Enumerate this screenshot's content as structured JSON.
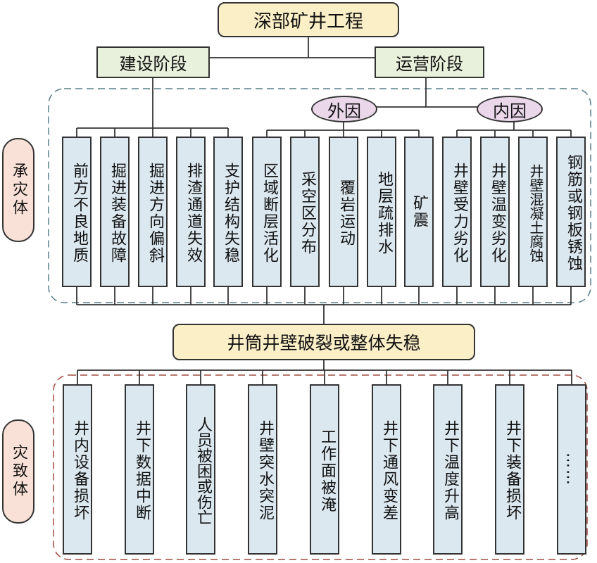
{
  "title": "深部矿井工程",
  "phases": {
    "construction": "建设阶段",
    "operation": "运营阶段"
  },
  "causes": {
    "external": "外因",
    "internal": "内因"
  },
  "side_labels": {
    "carrier": "承灾体",
    "consequence": "灾致体"
  },
  "center": "井筒井壁破裂或整体失稳",
  "carrier_items": [
    "前方不良地质",
    "掘进装备故障",
    "掘进方向偏斜",
    "排渣通道失效",
    "支护结构失稳",
    "区域断层活化",
    "采空区分布",
    "覆岩运动",
    "地层疏排水",
    "矿震",
    "井壁受力劣化",
    "井壁温变劣化",
    "井壁混凝土腐蚀",
    "钢筋或钢板锈蚀"
  ],
  "consequence_items": [
    "井内设备损坏",
    "井下数据中断",
    "人员被困或伤亡",
    "井壁突水突泥",
    "工作面被淹",
    "井下通风变差",
    "井下温度升高",
    "井下装备损坏",
    "……"
  ],
  "colors": {
    "title_fill": "#fbefc7",
    "phase_fill": "#e8f1dc",
    "oval_fill": "#ead8ea",
    "side_fill": "#f9e1d7",
    "column_fill": "#dce8ef",
    "group1_dash": "#5a7d8a",
    "group2_dash": "#a04a40"
  }
}
